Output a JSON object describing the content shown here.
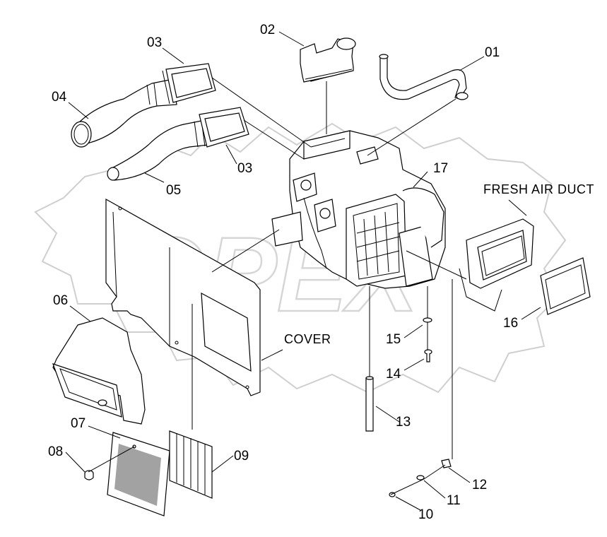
{
  "watermark": {
    "text": "OPEX"
  },
  "callouts": [
    {
      "id": "01",
      "text": "01"
    },
    {
      "id": "02",
      "text": "02"
    },
    {
      "id": "03a",
      "text": "03"
    },
    {
      "id": "03b",
      "text": "03"
    },
    {
      "id": "04",
      "text": "04"
    },
    {
      "id": "05",
      "text": "05"
    },
    {
      "id": "06",
      "text": "06"
    },
    {
      "id": "07",
      "text": "07"
    },
    {
      "id": "08",
      "text": "08"
    },
    {
      "id": "09",
      "text": "09"
    },
    {
      "id": "10",
      "text": "10"
    },
    {
      "id": "11",
      "text": "11"
    },
    {
      "id": "12",
      "text": "12"
    },
    {
      "id": "13",
      "text": "13"
    },
    {
      "id": "14",
      "text": "14"
    },
    {
      "id": "15",
      "text": "15"
    },
    {
      "id": "16",
      "text": "16"
    },
    {
      "id": "17",
      "text": "17"
    }
  ],
  "labels": {
    "fresh_air_duct": "FRESH AIR DUCT",
    "cover": "COVER"
  }
}
